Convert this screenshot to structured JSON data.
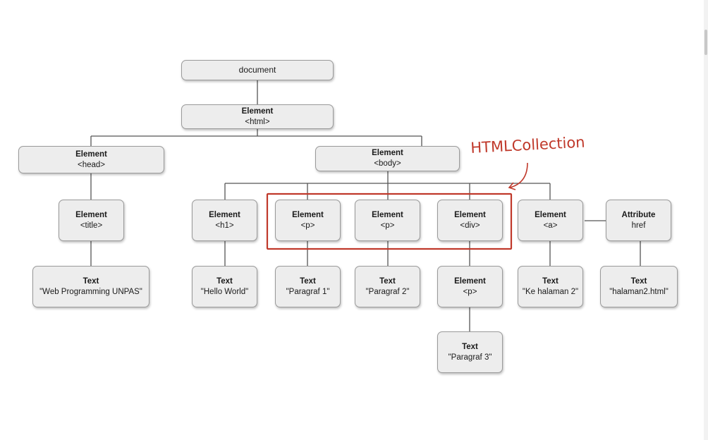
{
  "colors": {
    "line": "#555555",
    "highlight": "#c0392b",
    "node_fill": "#ededed"
  },
  "nodes": {
    "document": {
      "label": "document"
    },
    "html": {
      "kind": "Element",
      "name": "<html>"
    },
    "head": {
      "kind": "Element",
      "name": "<head>"
    },
    "body": {
      "kind": "Element",
      "name": "<body>"
    },
    "title": {
      "kind": "Element",
      "name": "<title>"
    },
    "title_text": {
      "kind": "Text",
      "name": "\"Web Programming UNPAS\""
    },
    "h1": {
      "kind": "Element",
      "name": "<h1>"
    },
    "h1_text": {
      "kind": "Text",
      "name": "\"Hello World\""
    },
    "p1": {
      "kind": "Element",
      "name": "<p>"
    },
    "p1_text": {
      "kind": "Text",
      "name": "\"Paragraf 1\""
    },
    "p2": {
      "kind": "Element",
      "name": "<p>"
    },
    "p2_text": {
      "kind": "Text",
      "name": "\"Paragraf 2\""
    },
    "div": {
      "kind": "Element",
      "name": "<div>"
    },
    "div_p": {
      "kind": "Element",
      "name": "<p>"
    },
    "div_p_text": {
      "kind": "Text",
      "name": "\"Paragraf 3\""
    },
    "a": {
      "kind": "Element",
      "name": "<a>"
    },
    "a_text": {
      "kind": "Text",
      "name": "\"Ke halaman 2\""
    },
    "href": {
      "kind": "Attribute",
      "name": "href"
    },
    "href_text": {
      "kind": "Text",
      "name": "\"halaman2.html\""
    }
  },
  "annotation": {
    "label": "HTMLCollection"
  }
}
